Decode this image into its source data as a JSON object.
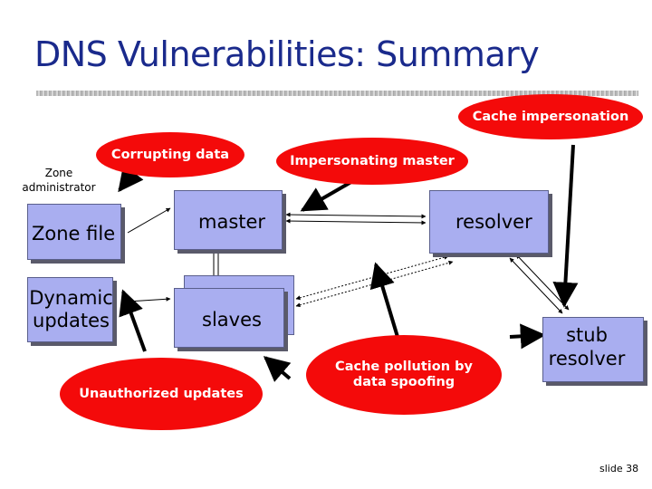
{
  "title": "DNS Vulnerabilities: Summary",
  "nodes": {
    "zone_file": "Zone file",
    "dynamic_updates": "Dynamic updates",
    "master": "master",
    "slaves": "slaves",
    "resolver": "resolver",
    "stub_resolver": "stub resolver"
  },
  "attacks": {
    "cache_impersonation": "Cache impersonation",
    "corrupting_data": "Corrupting data",
    "impersonating_master": "Impersonating master",
    "unauthorized_updates": "Unauthorized updates",
    "cache_pollution": "Cache pollution by data spoofing"
  },
  "labels": {
    "zone_administrator": "Zone administrator"
  },
  "slide_number": "slide 38",
  "colors": {
    "title": "#1a2a8c",
    "node_fill": "#a9aef0",
    "attack_fill": "#f40a0a"
  }
}
